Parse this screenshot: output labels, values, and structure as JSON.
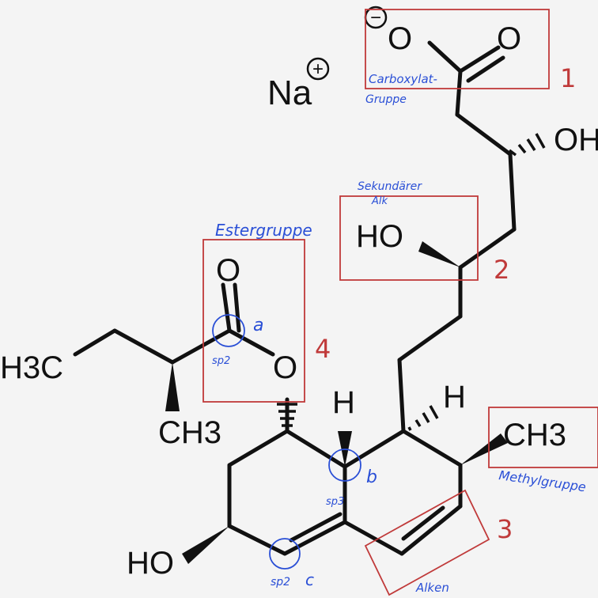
{
  "atoms": {
    "carboxylate_o_minus": "O",
    "carboxylate_o_double": "O",
    "sodium": "Na",
    "hydroxyl_top": "OH",
    "hydroxyl_secondary": "HO",
    "ester_o_double": "O",
    "ester_o_single": "O",
    "methyl_left": "H3C",
    "methyl_branch": "CH3",
    "hydrogen_left": "H",
    "hydrogen_right": "H",
    "methyl_ring": "CH3",
    "hydroxyl_bottom": "HO"
  },
  "charges": {
    "minus": "−",
    "plus": "+"
  },
  "annotations": {
    "carboxylate_label_line1": "Carboxylat-",
    "carboxylate_label_line2": "Gruppe",
    "alcohol_label_line1": "Sekundärer",
    "alcohol_label_line2": "Alk",
    "ester_label": "Estergruppe",
    "methyl_label": "Methylgruppe",
    "alkene_label": "Alken",
    "number_1": "1",
    "number_2": "2",
    "number_3": "3",
    "number_4": "4",
    "letter_a": "a",
    "letter_b": "b",
    "letter_c": "c",
    "hyb_a": "sp2",
    "hyb_b": "sp3",
    "hyb_c": "sp2"
  },
  "colors": {
    "structure": "#111111",
    "box_red": "#c03a3a",
    "ink_blue": "#2a4fd6",
    "background": "#f4f4f4"
  }
}
